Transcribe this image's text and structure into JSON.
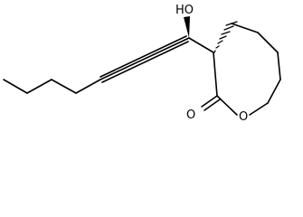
{
  "molecule": {
    "atoms": {
      "hydroxyl": "HO",
      "carbonyl_oxygen": "O",
      "ring_oxygen": "O"
    },
    "stereo": {
      "carbinol_carbon": "wedge",
      "ring_alpha_carbon": "hash"
    },
    "colors": {
      "bond": "#000000",
      "label": "#000000",
      "background": "#ffffff"
    }
  }
}
